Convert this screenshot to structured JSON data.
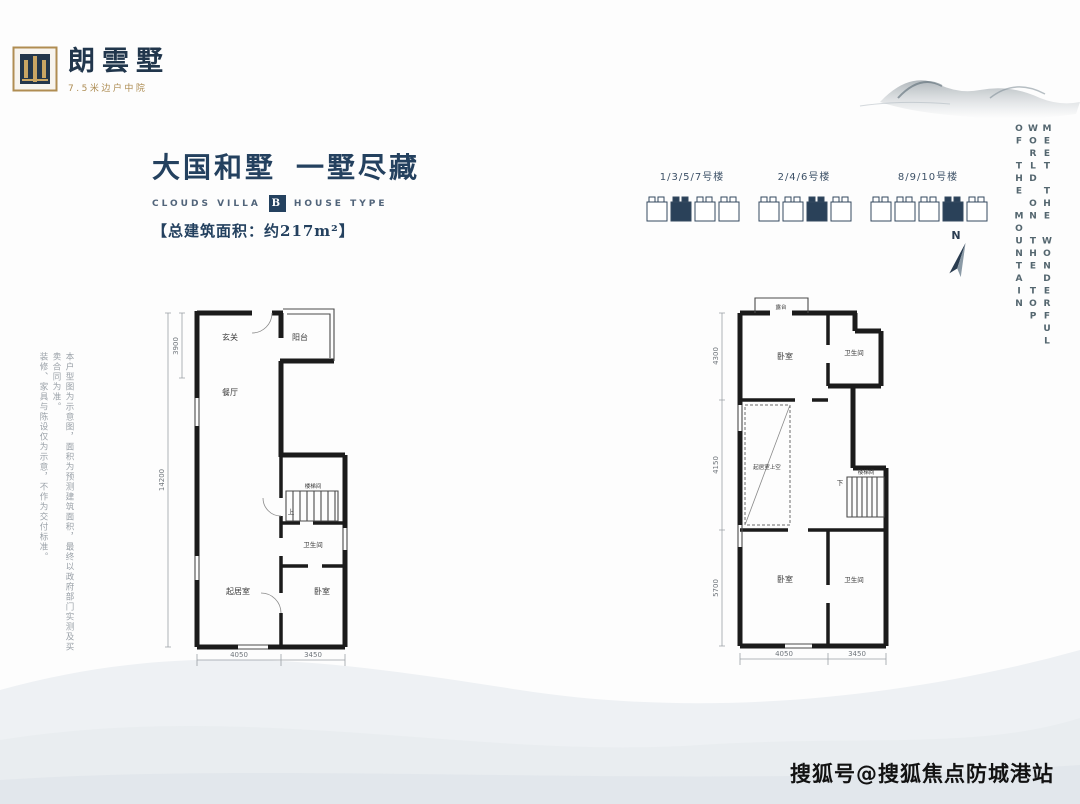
{
  "logo": {
    "name": "朗雲墅",
    "subtitle": "7.5米边户中院",
    "emblem": "courtyard-emblem-icon"
  },
  "header": {
    "title_1": "大国和墅",
    "title_2": "一墅尽藏",
    "eyebrow_left": "CLOUDS VILLA",
    "badge": "B",
    "eyebrow_right": "HOUSE TYPE",
    "area": "【总建筑面积：约217m²】"
  },
  "site_plan": {
    "groups": [
      {
        "label": "1/3/5/7号楼"
      },
      {
        "label": "2/4/6号楼"
      },
      {
        "label": "8/9/10号楼"
      }
    ],
    "north_label": "N"
  },
  "tagline": {
    "lines": [
      "MEET THE WONDERFUL",
      "WORLD ON THE TOP",
      "OF THE MOUNTAIN"
    ]
  },
  "disclaimer": {
    "lines": [
      "本户型图为示意图，面积为预测建筑面积，最终以政府部门实测及买卖合同为准。",
      "装修、家具与陈设仅为示意，不作为交付标准。"
    ]
  },
  "floor_plans": {
    "first": {
      "rooms": {
        "entry": "玄关",
        "balcony": "阳台",
        "dining": "餐厅",
        "stair": "楼梯间",
        "up": "上",
        "bath": "卫生间",
        "living": "起居室",
        "bedroom": "卧室"
      },
      "dims": {
        "left_full": "14200",
        "left_top": "3900",
        "bottom_left": "4050",
        "bottom_right": "3450"
      }
    },
    "second": {
      "rooms": {
        "terrace": "露台",
        "bedroom_top": "卧室",
        "bath_top": "卫生间",
        "void": "起居室上空",
        "down": "下",
        "stair": "楼梯间",
        "bedroom_bottom": "卧室",
        "bath_bottom": "卫生间"
      },
      "dims": {
        "left_top": "4300",
        "left_mid": "4150",
        "left_bottom": "5700",
        "bottom_left": "4050",
        "bottom_right": "3450"
      }
    }
  },
  "watermark": {
    "text": "搜狐号@搜狐焦点防城港站"
  },
  "colors": {
    "navy": "#24415f",
    "gold": "#ad8c52",
    "ink_mountain": "#5f707b",
    "wall": "#161616"
  }
}
